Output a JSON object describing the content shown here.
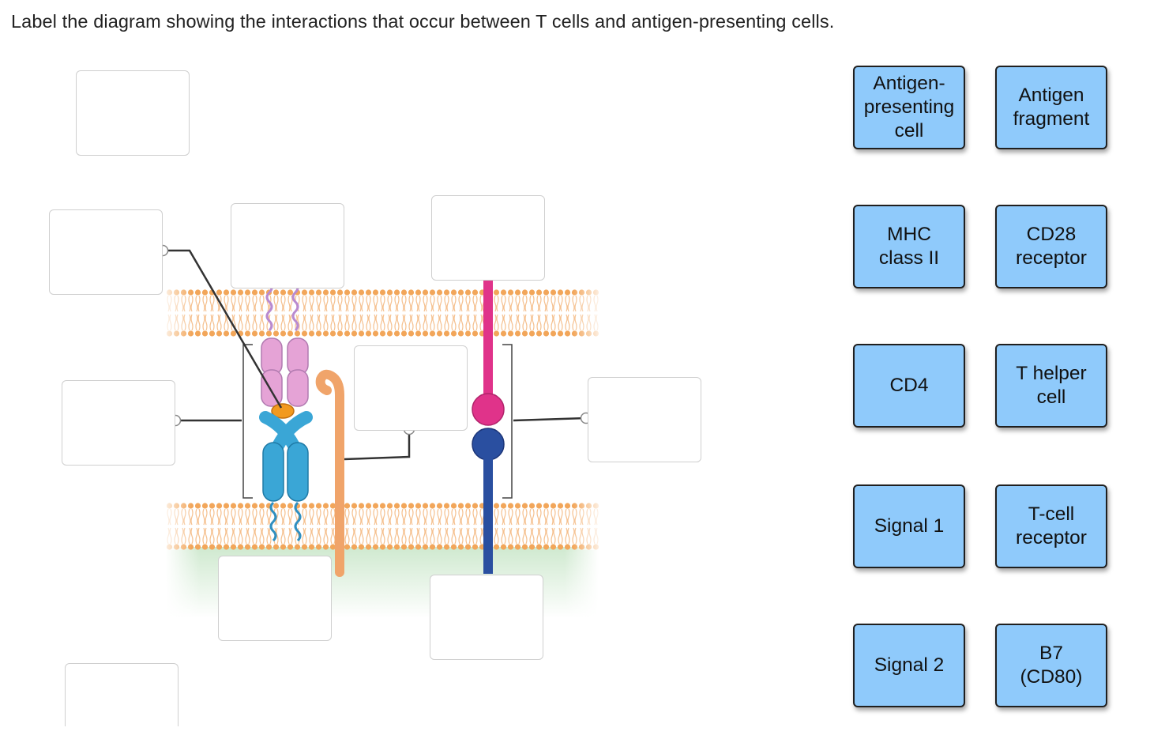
{
  "question": {
    "prompt": "Label the diagram showing the interactions that occur between T cells and antigen-presenting cells."
  },
  "label_bank": [
    {
      "id": "antigen-presenting-cell",
      "lines": [
        "Antigen-",
        "presenting",
        "cell"
      ]
    },
    {
      "id": "antigen-fragment",
      "lines": [
        "Antigen",
        "fragment"
      ]
    },
    {
      "id": "mhc-class-ii",
      "lines": [
        "MHC",
        "class II"
      ]
    },
    {
      "id": "cd28-receptor",
      "lines": [
        "CD28",
        "receptor"
      ]
    },
    {
      "id": "cd4",
      "lines": [
        "CD4"
      ]
    },
    {
      "id": "t-helper-cell",
      "lines": [
        "T helper",
        "cell"
      ]
    },
    {
      "id": "signal-1",
      "lines": [
        "Signal 1"
      ]
    },
    {
      "id": "t-cell-receptor",
      "lines": [
        "T-cell",
        "receptor"
      ]
    },
    {
      "id": "signal-2",
      "lines": [
        "Signal 2"
      ]
    },
    {
      "id": "b7-cd80",
      "lines": [
        "B7",
        "(CD80)"
      ]
    }
  ],
  "colors": {
    "tile_fill": "#8fcafb",
    "membrane": "#f2a65a",
    "mhc_pink": "#e5a3d6",
    "tcr_blue": "#3aa6d6",
    "antigen": "#f29a1f",
    "cd4": "#f0a46a",
    "b7_magenta": "#e0338a",
    "cd28_navy": "#2a4fa0",
    "cytoplasm_green": "#cfe9cf"
  }
}
